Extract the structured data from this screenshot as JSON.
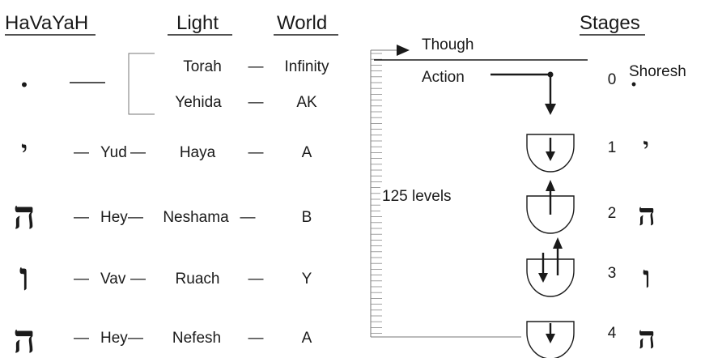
{
  "headers": {
    "havayah": "HaVaYaH",
    "light": "Light",
    "world": "World",
    "stages": "Stages"
  },
  "rows": [
    {
      "letter": "•",
      "name": "",
      "light": "Torah",
      "world": "Infinity"
    },
    {
      "letter": "",
      "name": "",
      "light": "Yehida",
      "world": "AK"
    },
    {
      "letter": "י",
      "name": "Yud",
      "light": "Haya",
      "world": "A"
    },
    {
      "letter": "ה",
      "name": "Hey",
      "light": "Neshama",
      "world": "B"
    },
    {
      "letter": "ו",
      "name": "Vav",
      "light": "Ruach",
      "world": "Y"
    },
    {
      "letter": "ה",
      "name": "Hey",
      "light": "Nefesh",
      "world": "A"
    }
  ],
  "dash": "—",
  "flow": {
    "thought": "Though",
    "action": "Action",
    "levels": "125 levels"
  },
  "stages": [
    {
      "number": "0",
      "symbol": "Shoresh",
      "dot": "•"
    },
    {
      "number": "1",
      "symbol": "י"
    },
    {
      "number": "2",
      "symbol": "ה"
    },
    {
      "number": "3",
      "symbol": "ו"
    },
    {
      "number": "4",
      "symbol": "ה"
    }
  ]
}
